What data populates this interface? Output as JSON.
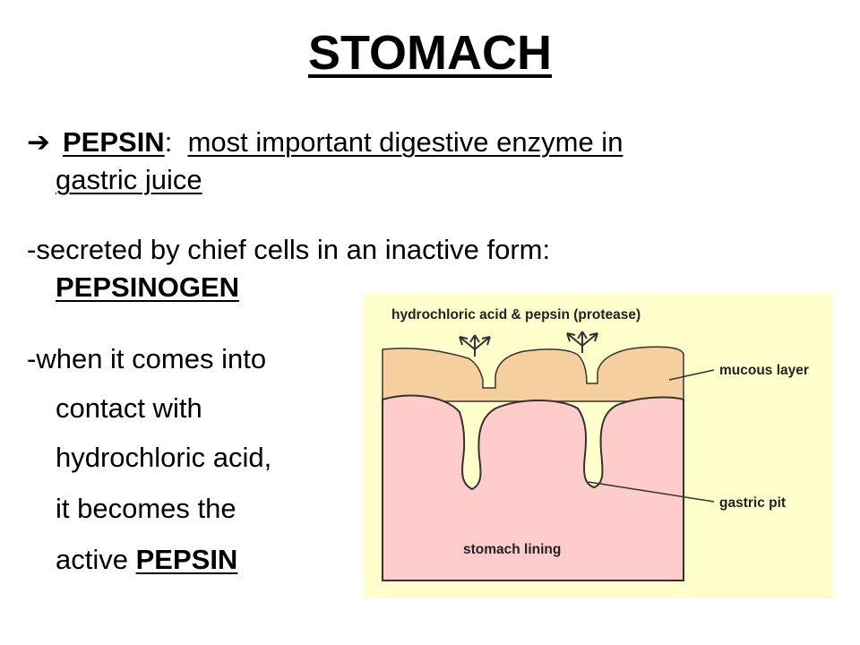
{
  "slide": {
    "title": "STOMACH",
    "bullet1": {
      "arrow": "➔",
      "term": "PEPSIN",
      "colon": ":",
      "definition_line1": "most important digestive enzyme in",
      "definition_line2": "gastric juice"
    },
    "point2": {
      "line1": "-secreted by chief cells in an inactive form:",
      "term": "PEPSINOGEN"
    },
    "point3": {
      "line1": "-when it comes into",
      "line2": "contact with",
      "line3": "hydrochloric acid,",
      "line4": "it becomes the",
      "line5_prefix": "active ",
      "line5_term": "PEPSIN"
    }
  },
  "diagram": {
    "label_top": "hydrochloric acid & pepsin (protease)",
    "label_mucous": "mucous layer",
    "label_pit": "gastric pit",
    "label_lining": "stomach lining",
    "colors": {
      "background": "#ffffcc",
      "mucous": "#f6cf9e",
      "lining": "#ffcccc",
      "outline": "#333333"
    }
  }
}
